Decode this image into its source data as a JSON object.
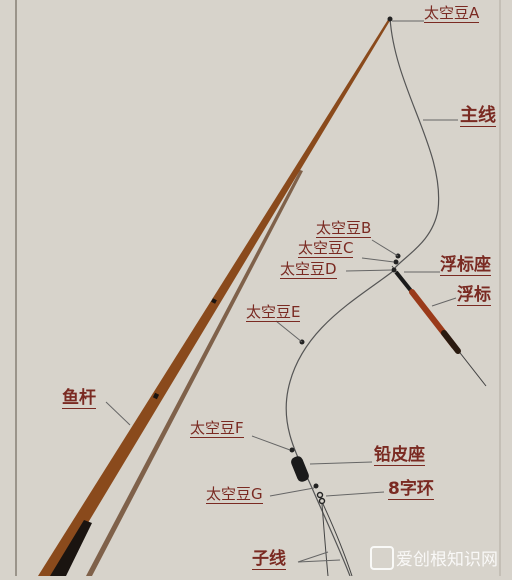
{
  "labels": {
    "bean_a": "太空豆A",
    "main_line": "主线",
    "bean_b": "太空豆B",
    "bean_c": "太空豆C",
    "bean_d": "太空豆D",
    "float_seat": "浮标座",
    "float": "浮标",
    "bean_e": "太空豆E",
    "rod": "鱼杆",
    "bean_f": "太空豆F",
    "sinker_seat": "铅皮座",
    "bean_g": "太空豆G",
    "swivel": "8字环",
    "sub_line": "子线"
  },
  "watermark": {
    "text": "爱创根知识网"
  },
  "colors": {
    "background": "#d7d3cb",
    "label": "#7a2a22",
    "rod": "#8a4a1c",
    "line": "#555555"
  }
}
